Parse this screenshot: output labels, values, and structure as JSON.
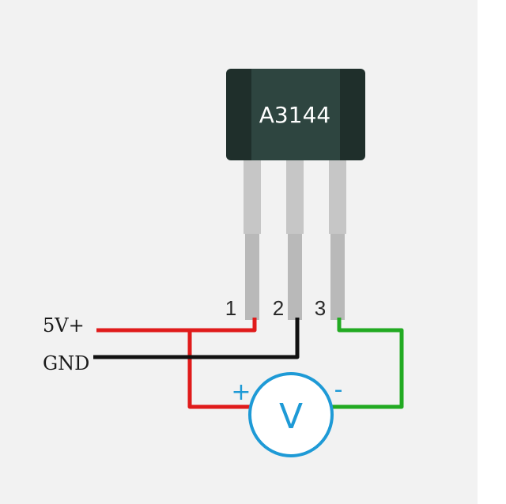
{
  "chip": {
    "label": "A3144"
  },
  "pins": {
    "p1": "1",
    "p2": "2",
    "p3": "3"
  },
  "labels": {
    "vcc": "5V+",
    "gnd": "GND"
  },
  "meter": {
    "symbol": "V",
    "plus": "+",
    "minus": "-"
  },
  "colors": {
    "chip_body": "#2e4540",
    "chip_dark": "#1f2f2b",
    "pin": "#b9b9b9",
    "wire_red": "#e01b1b",
    "wire_black": "#111111",
    "wire_green": "#22aa22",
    "meter": "#1e9ad6"
  }
}
